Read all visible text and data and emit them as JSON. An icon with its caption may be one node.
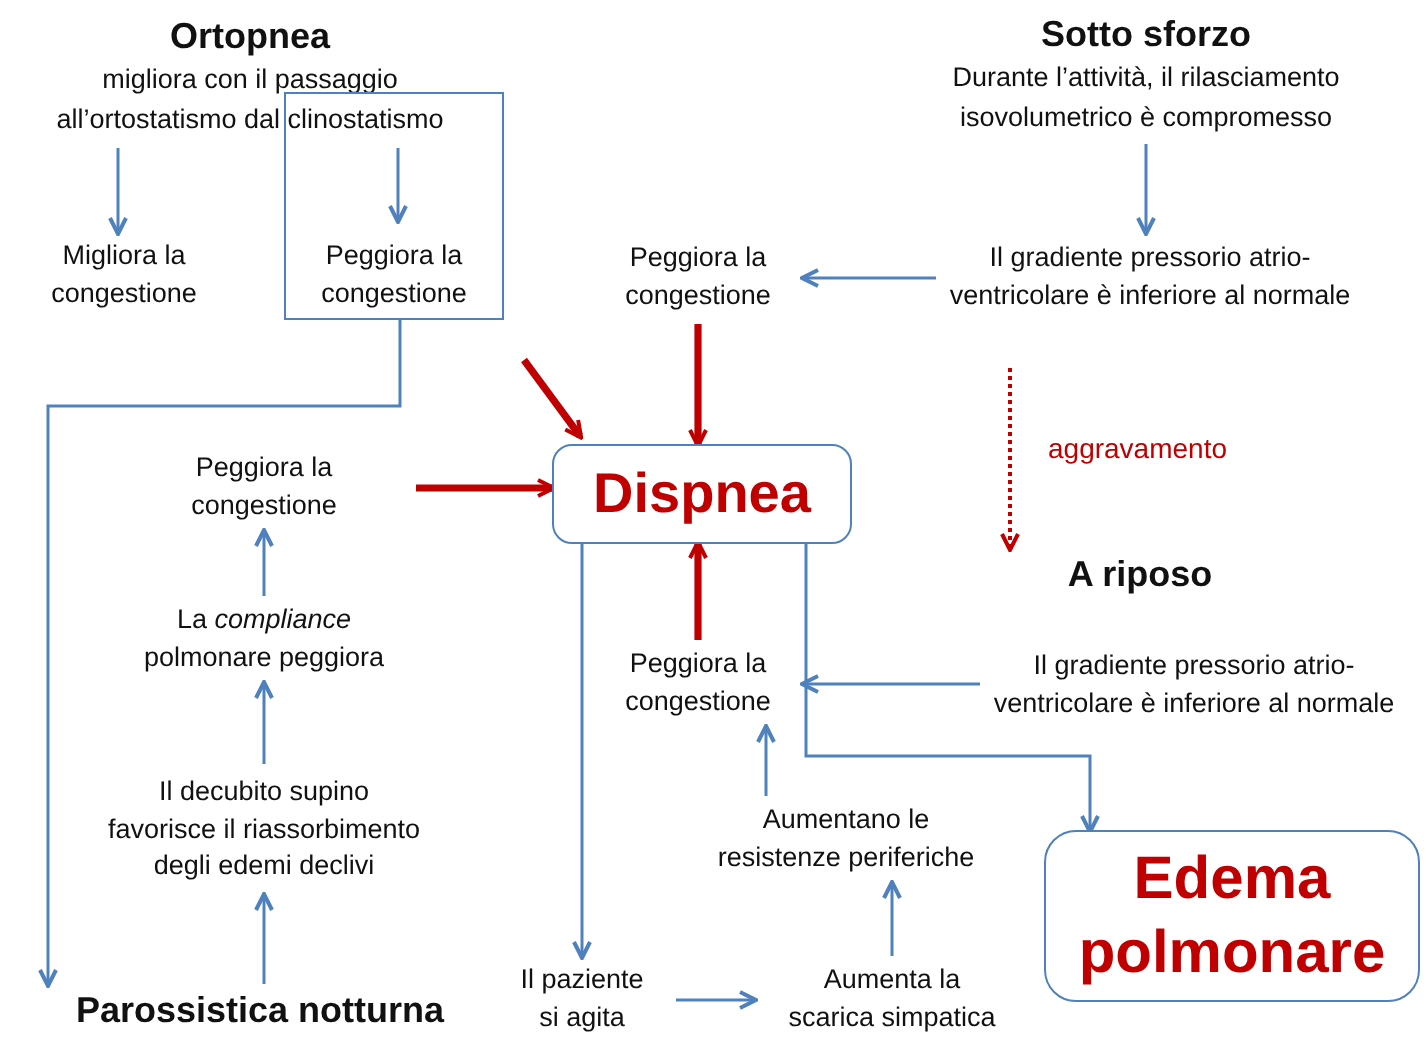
{
  "diagram": {
    "nodes": [
      {
        "text": [
          "Ortopnea",
          "migliora con il passaggio all’ortostatismo dal clinostatismo"
        ]
      },
      {
        "text": [
          "Migliora la congestione"
        ]
      },
      {
        "text": [
          "Peggiora la congestione"
        ]
      },
      {
        "text": [
          "Sotto sforzo",
          "Durante l’attività, il rilasciamento isovolumetrico è compromesso"
        ]
      },
      {
        "text": [
          "Il gradiente pressorio atrio-ventricolare è inferiore al normale"
        ]
      },
      {
        "text": [
          "Peggiora la congestione"
        ]
      },
      {
        "text": [
          "Dispnea"
        ]
      },
      {
        "text": [
          "Peggiora la congestione"
        ]
      },
      {
        "text": [
          "La *compliance* polmonare peggiora"
        ]
      },
      {
        "text": [
          "Il decubito supino favorisce il riassorbimento degli edemi declivi"
        ]
      },
      {
        "text": [
          "Parossistica notturna"
        ]
      },
      {
        "text": [
          "A riposo"
        ]
      },
      {
        "text": [
          "Il gradiente pressorio atrio-ventricolare è inferiore al normale"
        ]
      },
      {
        "text": [
          "Peggiora la congestione"
        ]
      },
      {
        "text": [
          "Aumentano le resistenze periferiche"
        ]
      },
      {
        "text": [
          "Aumenta la scarica simpatica"
        ]
      },
      {
        "text": [
          "Il paziente si agita"
        ]
      },
      {
        "text": [
          "Edema polmonare"
        ]
      }
    ],
    "edges": [
      {
        "from": 0,
        "to": 1,
        "arrow": "to"
      },
      {
        "from": 0,
        "to": 2,
        "arrow": "to"
      },
      {
        "from": 2,
        "to": 10,
        "arrow": "to"
      },
      {
        "from": 3,
        "to": 4,
        "arrow": "to"
      },
      {
        "from": 4,
        "to": 5,
        "arrow": "to"
      },
      {
        "from": 4,
        "to": 11,
        "arrow": "to",
        "style": "dashed",
        "color": "#c00000"
      },
      {
        "from": 2,
        "to": 6,
        "arrow": "to",
        "style": "thick",
        "color": "#c00000"
      },
      {
        "from": 5,
        "to": 6,
        "arrow": "to",
        "style": "thick",
        "color": "#c00000"
      },
      {
        "from": 7,
        "to": 6,
        "arrow": "to",
        "style": "thick",
        "color": "#c00000"
      },
      {
        "from": 8,
        "to": 7,
        "arrow": "to"
      },
      {
        "from": 9,
        "to": 8,
        "arrow": "to"
      },
      {
        "from": 10,
        "to": 9,
        "arrow": "to"
      },
      {
        "from": 6,
        "to": 16,
        "arrow": "to"
      },
      {
        "from": 16,
        "to": 15,
        "arrow": "to"
      },
      {
        "from": 15,
        "to": 14,
        "arrow": "to"
      },
      {
        "from": 14,
        "to": 13,
        "arrow": "to"
      },
      {
        "from": 13,
        "to": 6,
        "arrow": "to",
        "style": "thick",
        "color": "#c00000"
      },
      {
        "from": 12,
        "to": 13,
        "arrow": "to"
      },
      {
        "from": 6,
        "to": 17,
        "arrow": "to"
      }
    ],
    "labels": [
      "aggravamento"
    ]
  }
}
